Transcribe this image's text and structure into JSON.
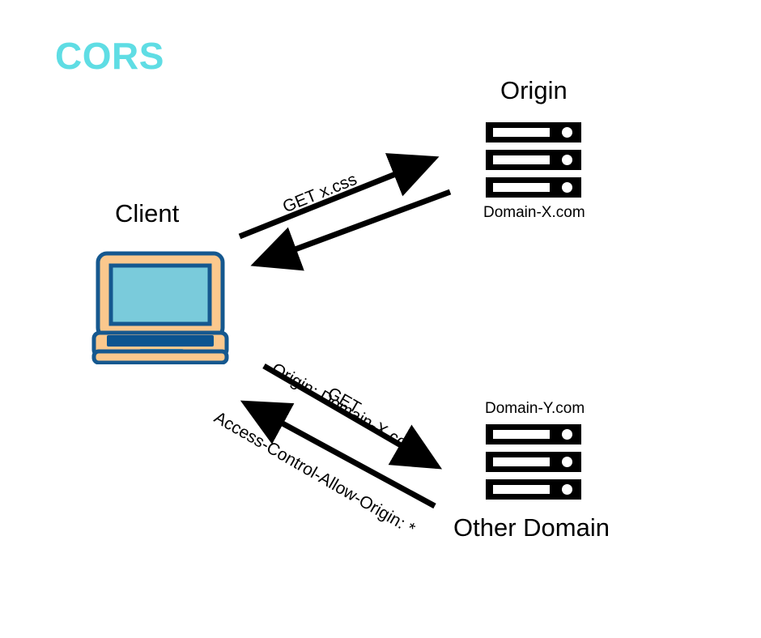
{
  "title": "CORS",
  "colors": {
    "title": "#5FDDE4",
    "background": "#FFFFFF",
    "stroke": "#000000",
    "laptop_body": "#FBC88D",
    "laptop_outline": "#15588F",
    "laptop_screen": "#7ACBDB",
    "laptop_keyboard": "#0B5490",
    "laptop_trackpad": "#4A9DBE"
  },
  "nodes": {
    "client": {
      "label": "Client",
      "icon": "laptop-icon"
    },
    "origin": {
      "heading": "Origin",
      "domain": "Domain-X.com",
      "icon": "server-stack-icon",
      "units": 3
    },
    "other": {
      "heading": "Other Domain",
      "domain": "Domain-Y.com",
      "icon": "server-stack-icon",
      "units": 3
    }
  },
  "arrows": [
    {
      "id": "request-x-css",
      "from": "client",
      "to": "origin",
      "label": "GET x.css",
      "direction": "client-to-origin"
    },
    {
      "id": "response-x-css",
      "from": "origin",
      "to": "client",
      "label": "",
      "direction": "origin-to-client"
    },
    {
      "id": "request-cross-origin",
      "from": "client",
      "to": "other",
      "label_line1": "GET",
      "label_line2": "Origin: Domain-X.com",
      "direction": "client-to-other"
    },
    {
      "id": "response-cross-origin",
      "from": "other",
      "to": "client",
      "label": "Access-Control-Allow-Origin: *",
      "direction": "other-to-client"
    }
  ]
}
